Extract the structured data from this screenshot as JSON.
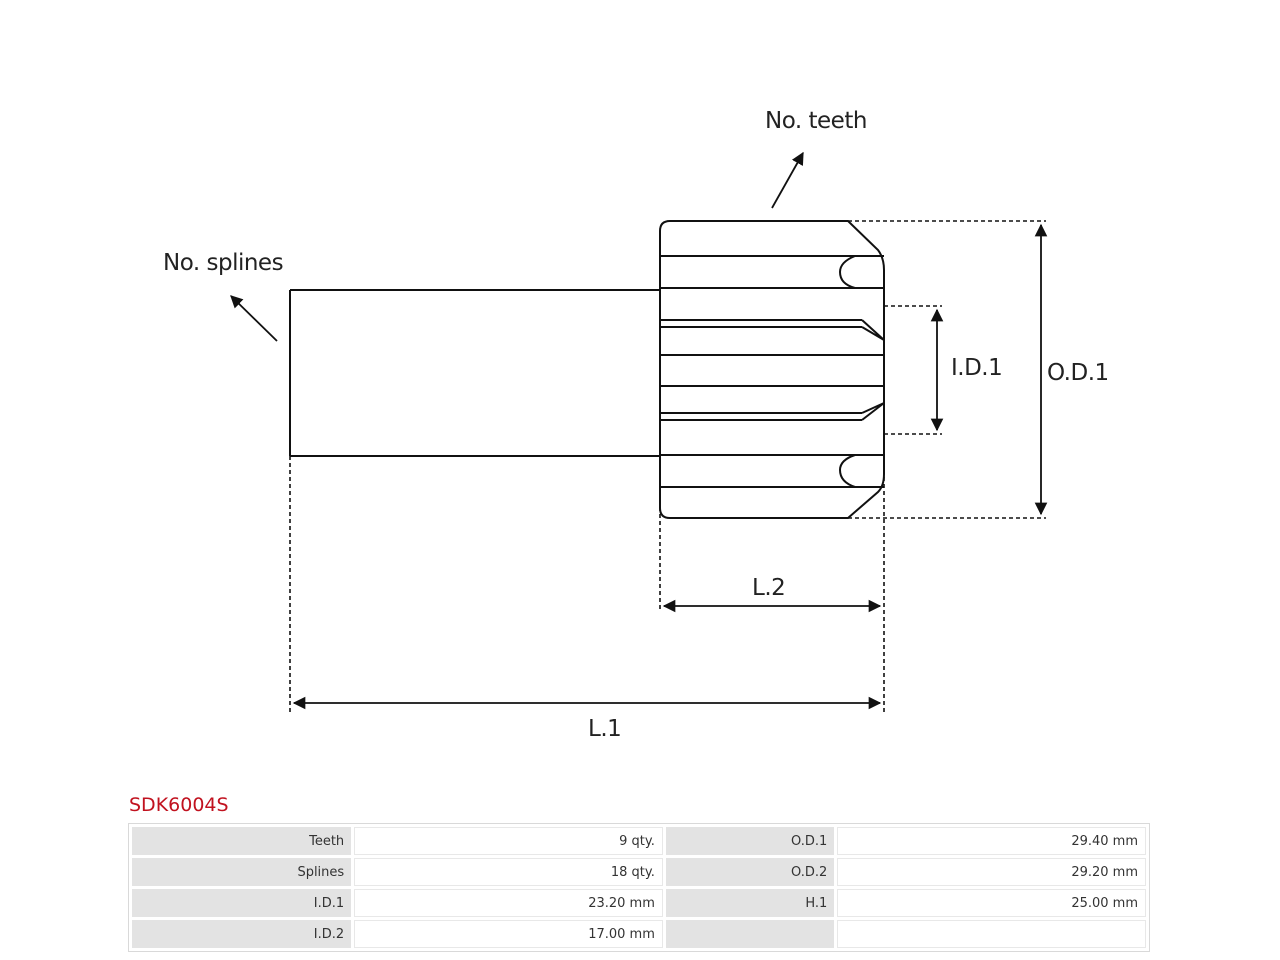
{
  "diagram": {
    "labels": {
      "teeth": "No. teeth",
      "splines": "No. splines",
      "id1": "I.D.1",
      "od1": "O.D.1",
      "l2": "L.2",
      "l1": "L.1"
    }
  },
  "part": {
    "code": "SDK6004S"
  },
  "specs": {
    "rows": [
      {
        "k1": "Teeth",
        "v1": "9 qty.",
        "k2": "O.D.1",
        "v2": "29.40 mm"
      },
      {
        "k1": "Splines",
        "v1": "18 qty.",
        "k2": "O.D.2",
        "v2": "29.20 mm"
      },
      {
        "k1": "I.D.1",
        "v1": "23.20 mm",
        "k2": "H.1",
        "v2": "25.00 mm"
      },
      {
        "k1": "I.D.2",
        "v1": "17.00 mm",
        "k2": "",
        "v2": ""
      }
    ]
  }
}
